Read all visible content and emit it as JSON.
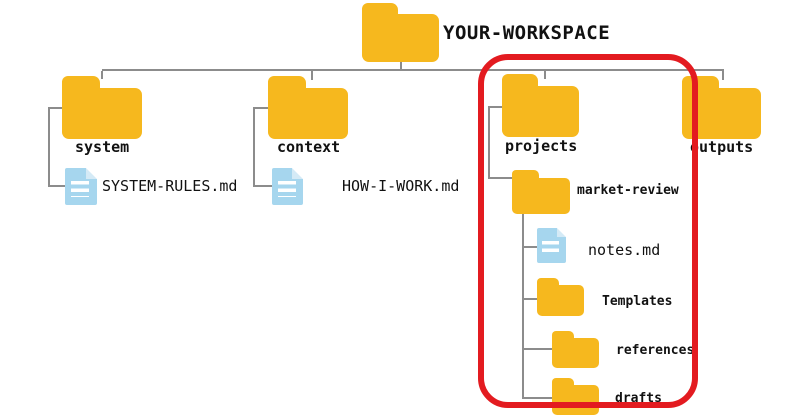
{
  "tree": {
    "root": {
      "label": "YOUR-WORKSPACE"
    },
    "system": {
      "label": "system",
      "file_label": "SYSTEM-RULES.md"
    },
    "context": {
      "label": "context",
      "file_label": "HOW-I-WORK.md"
    },
    "projects": {
      "label": "projects"
    },
    "outputs": {
      "label": "outputs"
    },
    "market_review": {
      "label": "market-review"
    },
    "notes": {
      "label": "notes.md"
    },
    "templates": {
      "label": "Templates"
    },
    "references": {
      "label": "references"
    },
    "drafts": {
      "label": "drafts"
    }
  },
  "highlight": {
    "shape": "rounded-rectangle",
    "around": "projects branch and market-review subtree"
  },
  "colors": {
    "folder": "#F6B81E",
    "file": "#A6D6EE",
    "file_fold": "#D4EAF6",
    "connector": "#8C8C8C",
    "text": "#111111",
    "background": "#FFFFFF",
    "highlight": "#E31B20"
  }
}
